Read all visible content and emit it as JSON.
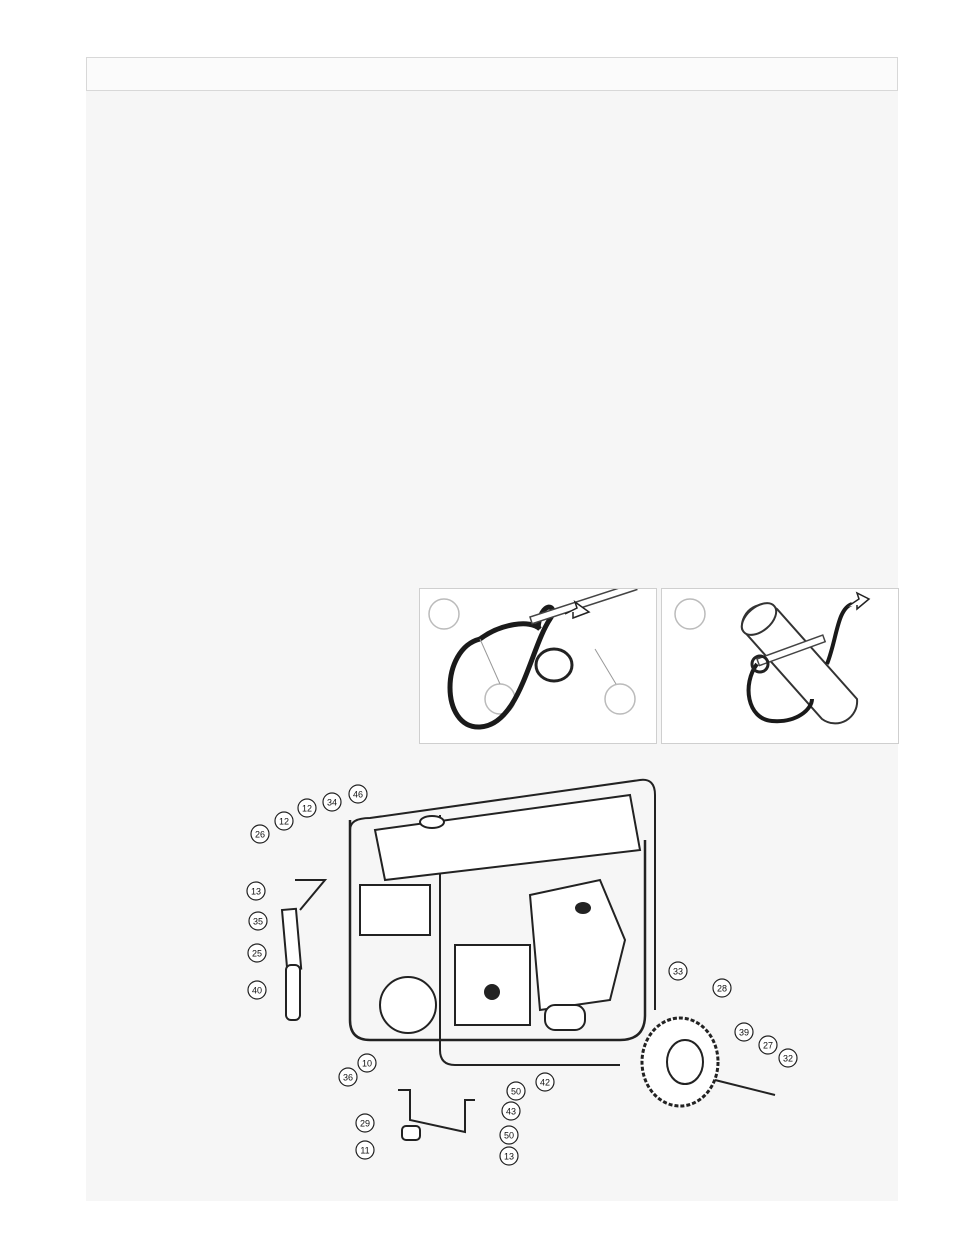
{
  "diagram": {
    "callouts": [
      "46",
      "34",
      "12",
      "12",
      "26",
      "13",
      "35",
      "25",
      "40",
      "33",
      "28",
      "39",
      "27",
      "32",
      "10",
      "36",
      "50",
      "42",
      "43",
      "29",
      "50",
      "11",
      "13"
    ]
  }
}
